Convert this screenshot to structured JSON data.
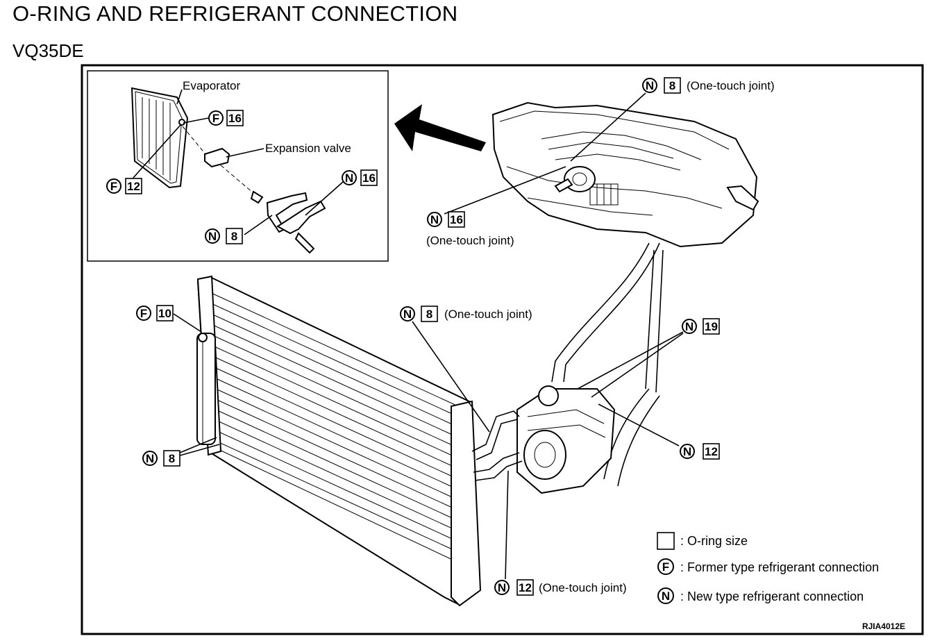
{
  "title": "O-RING AND REFRIGERANT CONNECTION",
  "subtitle": "VQ35DE",
  "inset": {
    "evaporator": "Evaporator",
    "expansion_valve": "Expansion valve",
    "callouts": [
      {
        "type": "F",
        "size": "16"
      },
      {
        "type": "F",
        "size": "12"
      },
      {
        "type": "N",
        "size": "16"
      },
      {
        "type": "N",
        "size": "8"
      }
    ]
  },
  "callouts": [
    {
      "type": "N",
      "size": "8",
      "note": "(One-touch joint)"
    },
    {
      "type": "N",
      "size": "16",
      "note": "(One-touch joint)"
    },
    {
      "type": "F",
      "size": "10",
      "note": ""
    },
    {
      "type": "N",
      "size": "8",
      "note": "(One-touch joint)"
    },
    {
      "type": "N",
      "size": "19",
      "note": ""
    },
    {
      "type": "N",
      "size": "8",
      "note": ""
    },
    {
      "type": "N",
      "size": "12",
      "note": ""
    },
    {
      "type": "N",
      "size": "12",
      "note": "(One-touch joint)"
    }
  ],
  "legend": [
    {
      "symbol": "",
      "text": ": O-ring size"
    },
    {
      "symbol": "F",
      "text": ": Former type refrigerant connection"
    },
    {
      "symbol": "N",
      "text": ": New type refrigerant connection"
    }
  ],
  "ref_code": "RJIA4012E",
  "colors": {
    "line": "#000000",
    "background": "#ffffff"
  }
}
